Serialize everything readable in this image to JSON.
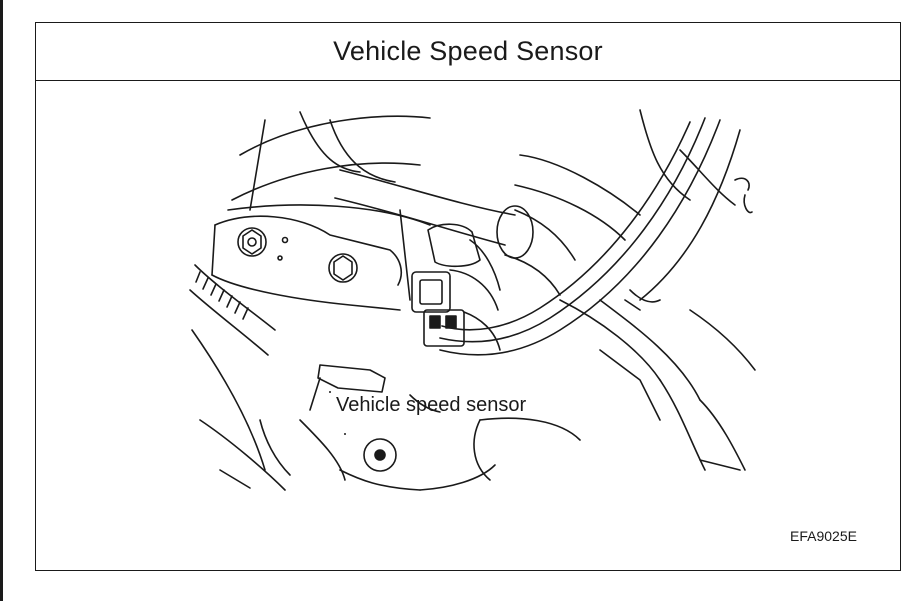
{
  "figure": {
    "title": "Vehicle Speed Sensor",
    "callout_label": "Vehicle speed sensor",
    "figure_code": "EFA9025E"
  },
  "colors": {
    "ink": "#1a1a1a",
    "paper": "#ffffff"
  }
}
